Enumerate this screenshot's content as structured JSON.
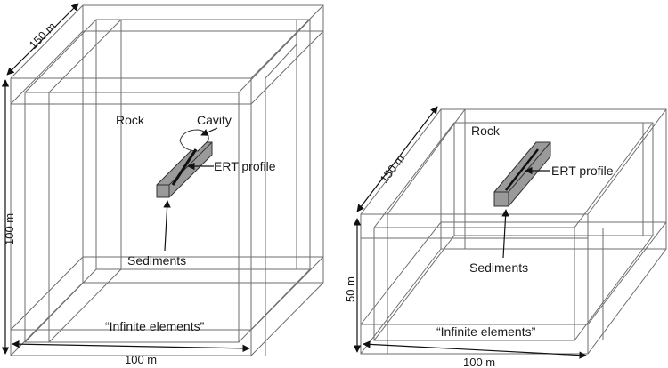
{
  "left_model": {
    "label_rock": "Rock",
    "label_cavity": "Cavity",
    "label_ert": "ERT profile",
    "label_sediments": "Sediments",
    "label_infinite": "“Infinite elements”",
    "dim_depth": "150 m",
    "dim_height": "100 m",
    "dim_width": "100 m"
  },
  "right_model": {
    "label_rock": "Rock",
    "label_ert": "ERT profile",
    "label_sediments": "Sediments",
    "label_infinite": "“Infinite elements”",
    "dim_depth": "150 m",
    "dim_height": "50 m",
    "dim_width": "100 m"
  },
  "colors": {
    "box_lines": "#6e6e6e",
    "sediment_fill": "#9a9a9a",
    "cavity_fill": "#ffffff",
    "text": "#1a1a1a"
  }
}
